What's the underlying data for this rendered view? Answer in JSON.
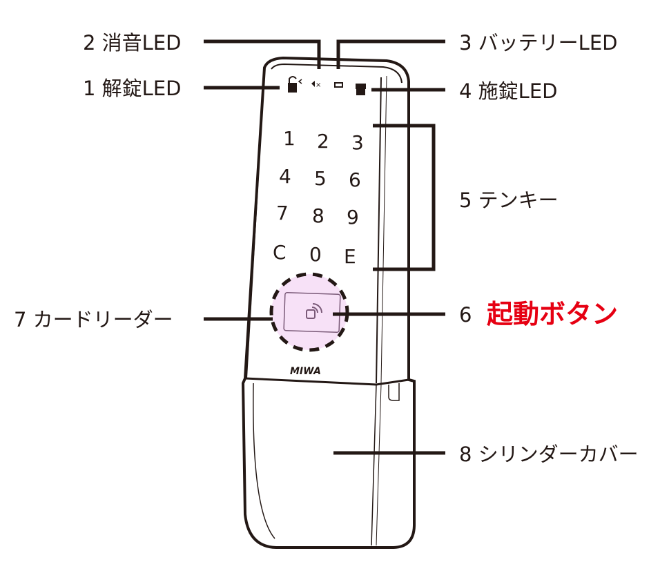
{
  "title": "MIWA electronic lock parts diagram",
  "brand": "MIWA",
  "labels": {
    "mute_led": "2 消音LED",
    "battery_led": "3 バッテリーLED",
    "unlock_led": "1 解錠LED",
    "lock_led": "4 施錠LED",
    "keypad": "5 テンキー",
    "start_button_number": "6",
    "start_button": "起動ボタン",
    "card_reader": "7 カードリーダー",
    "cylinder_cover": "8 シリンダーカバー"
  },
  "keypad_keys": [
    "1",
    "2",
    "3",
    "4",
    "5",
    "6",
    "7",
    "8",
    "9",
    "C",
    "0",
    "E"
  ],
  "colors": {
    "highlight": "#e60012",
    "reader_zone": "#f7e1f7",
    "ink": "#231815"
  }
}
